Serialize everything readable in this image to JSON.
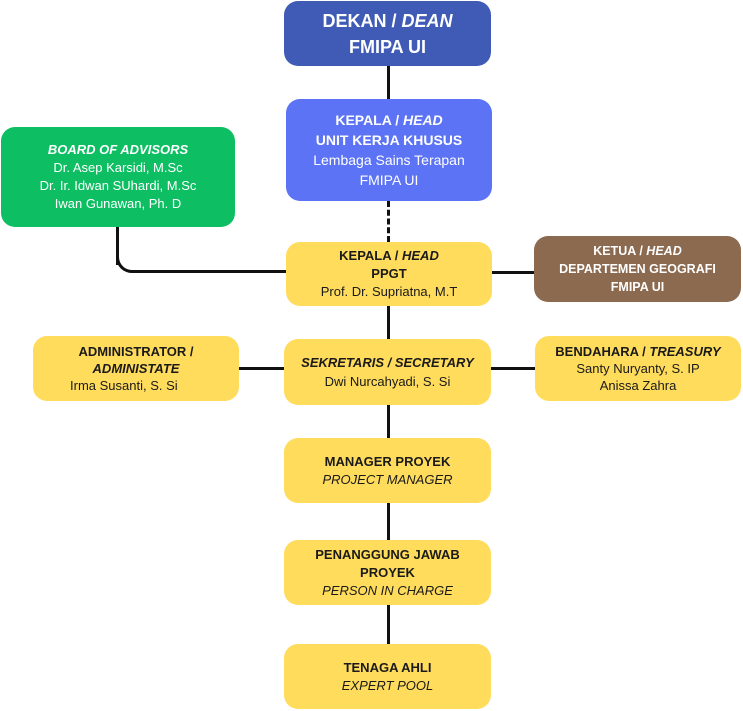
{
  "colors": {
    "dean": "#3F5BB5",
    "unit_head": "#5B73F4",
    "board": "#0DBF62",
    "yellow": "#FFDC5C",
    "department": "#8C6A50",
    "connector": "#111111"
  },
  "nodes": {
    "dean": {
      "title_plain": "DEKAN / ",
      "title_italic": "DEAN",
      "line2": "FMIPA UI"
    },
    "unit_head": {
      "title_plain": "KEPALA / ",
      "title_italic": "HEAD",
      "line2": "UNIT KERJA KHUSUS",
      "line3": "Lembaga Sains Terapan",
      "line4": "FMIPA UI"
    },
    "board": {
      "title": "BOARD OF ADVISORS",
      "members": [
        "Dr. Asep Karsidi, M.Sc",
        "Dr. Ir. Idwan SUhardi, M.Sc",
        "Iwan Gunawan, Ph. D"
      ]
    },
    "ppgt": {
      "title_plain": "KEPALA / ",
      "title_italic": "HEAD",
      "line2": "PPGT",
      "line3": "Prof. Dr. Supriatna, M.T"
    },
    "department": {
      "title_plain": "KETUA / ",
      "title_italic": "HEAD",
      "line2": "DEPARTEMEN GEOGRAFI",
      "line3": "FMIPA UI"
    },
    "administrator": {
      "title": "ADMINISTRATOR /",
      "title_italic": "ADMINISTATE",
      "name": "Irma Susanti, S. Si"
    },
    "secretary": {
      "title": "SEKRETARIS / SECRETARY",
      "name": "Dwi Nurcahyadi, S. Si"
    },
    "treasury": {
      "title_plain": "BENDAHARA / ",
      "title_italic": "TREASURY",
      "members": [
        "Santy Nuryanty, S. IP",
        "Anissa Zahra"
      ]
    },
    "project_manager": {
      "title": "MANAGER PROYEK",
      "subtitle": "PROJECT MANAGER"
    },
    "person_in_charge": {
      "title_line1": "PENANGGUNG JAWAB",
      "title_line2": "PROYEK",
      "subtitle": "PERSON IN CHARGE"
    },
    "expert_pool": {
      "title": "TENAGA AHLI",
      "subtitle": "EXPERT POOL"
    }
  }
}
